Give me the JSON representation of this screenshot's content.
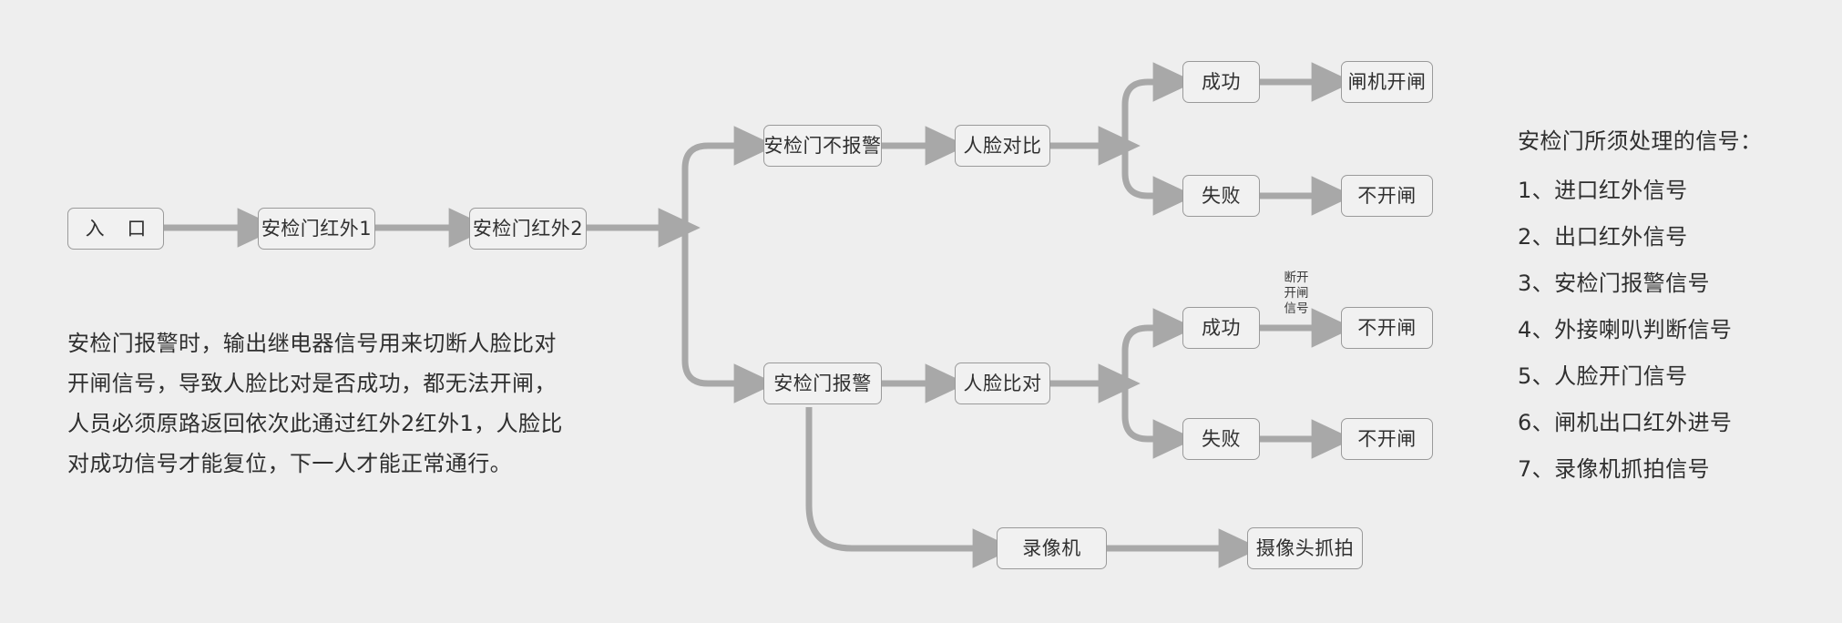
{
  "diagram": {
    "background_color": "#eeeeee",
    "node_fill": "#f1f1f1",
    "node_border": "#9a9a9a",
    "arrow_color": "#a8a8a8",
    "nodes": {
      "entry": "入 口",
      "ir1": "安检门红外1",
      "ir2": "安检门红外2",
      "no_alarm": "安检门不报警",
      "face_compare_top": "人脸对比",
      "top_success": "成功",
      "top_fail": "失败",
      "gate_open": "闸机开闸",
      "top_fail_result": "不开闸",
      "alarm": "安检门报警",
      "face_compare_bottom": "人脸比对",
      "bottom_success": "成功",
      "bottom_fail": "失败",
      "bottom_success_result": "不开闸",
      "bottom_fail_result": "不开闸",
      "recorder": "录像机",
      "camera_capture": "摄像头抓拍"
    },
    "edge_labels": {
      "cut_open_signal": "断开\n开闸\n信号"
    }
  },
  "note": {
    "text": "安检门报警时，输出继电器信号用来切断人脸比对\n开闸信号，导致人脸比对是否成功，都无法开闸，\n人员必须原路返回依次此通过红外2红外1，人脸比\n对成功信号才能复位，下一人才能正常通行。"
  },
  "side_panel": {
    "title": "安检门所须处理的信号：",
    "items": [
      "1、进口红外信号",
      "2、出口红外信号",
      "3、安检门报警信号",
      "4、外接喇叭判断信号",
      "5、人脸开门信号",
      "6、闸机出口红外进号",
      "7、录像机抓拍信号"
    ]
  }
}
